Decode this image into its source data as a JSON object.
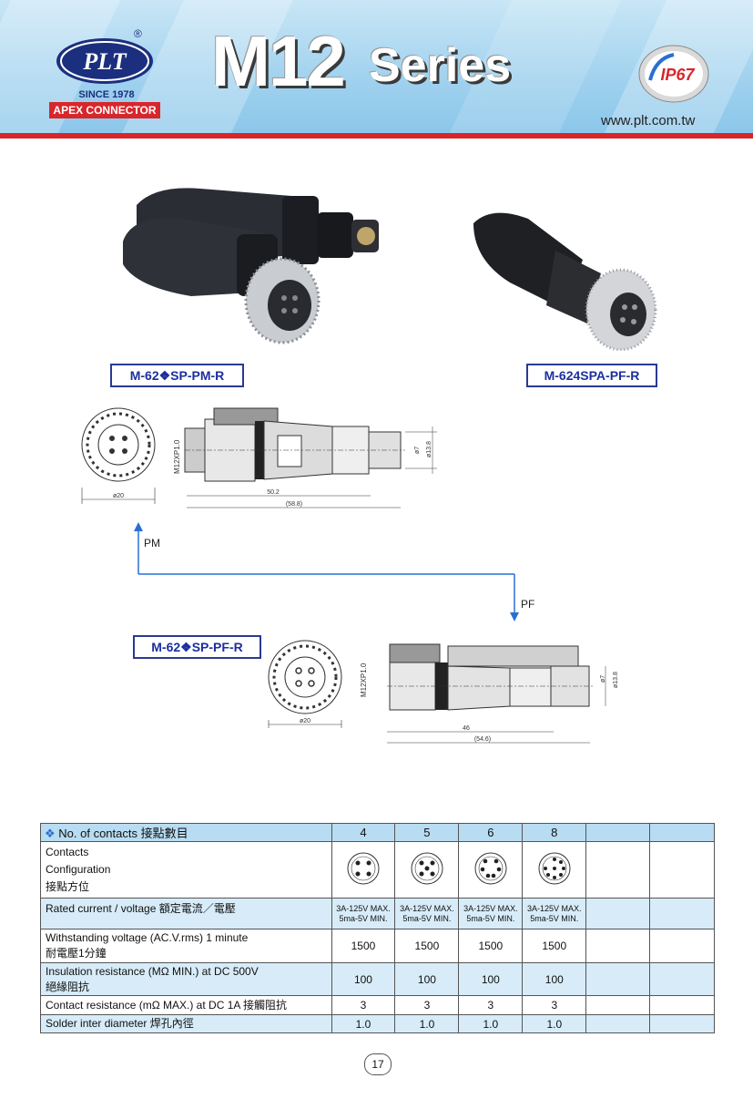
{
  "header": {
    "brand": "PLT",
    "since": "SINCE 1978",
    "company": "APEX CONNECTOR",
    "title_main": "M12",
    "title_sub": "Series",
    "ip_rating": "IP67",
    "url": "www.plt.com.tw",
    "colors": {
      "header_blue": "#9fd1ee",
      "accent_red": "#d8262b",
      "brand_navy": "#1c2f7e"
    }
  },
  "products": {
    "pm_label": "M-62❖SP-PM-R",
    "pfr_label": "M-624SPA-PF-R",
    "pf_label": "M-62❖SP-PF-R"
  },
  "drawing_pm": {
    "thread": "M12XP1.0",
    "dia_front": "ø20",
    "dia_a": "ø7",
    "dia_b": "ø13.8",
    "len_a": "50.2",
    "len_b": "(58.8)"
  },
  "drawing_pf": {
    "thread": "M12XP1.0",
    "dia_front": "ø20",
    "dia_a": "ø7",
    "dia_b": "ø13.8",
    "len_a": "46",
    "len_b": "(54.6)"
  },
  "flow": {
    "from": "PM",
    "to": "PF"
  },
  "table": {
    "header_label": "No. of contacts 接點數目",
    "contacts": [
      "4",
      "5",
      "6",
      "8"
    ],
    "rows": {
      "config_label_1": "Contacts",
      "config_label_2": "Configuration",
      "config_label_3": "接點方位",
      "rated_label": "Rated current / voltage  額定電流／電壓",
      "rated_line1": "3A-125V MAX.",
      "rated_line2": "5ma-5V MIN.",
      "withstand_label_1": "Withstanding voltage (AC.V.rms) 1 minute",
      "withstand_label_2": "耐電壓1分鐘",
      "withstand_value": "1500",
      "insulation_label_1": "Insulation resistance (MΩ MIN.) at DC 500V",
      "insulation_label_2": "絕緣阻抗",
      "insulation_value": "100",
      "contact_res_label": "Contact resistance (mΩ MAX.) at DC 1A 接觸阻抗",
      "contact_res_value": "3",
      "solder_label": "Solder inter diameter 焊孔內徑",
      "solder_value": "1.0"
    }
  },
  "page_number": "17"
}
